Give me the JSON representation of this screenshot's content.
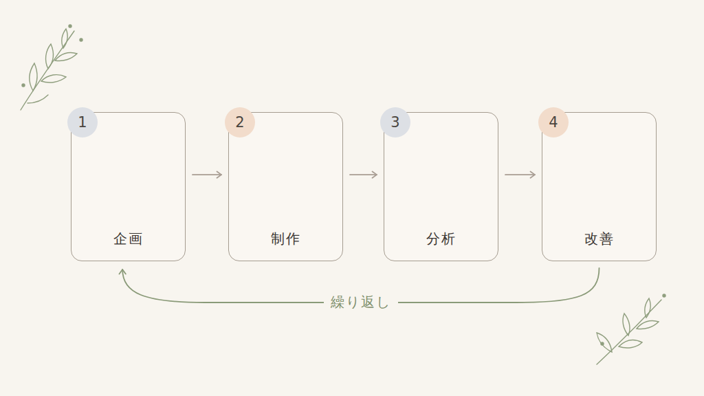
{
  "diagram": {
    "nodes": [
      {
        "text": [
          "企画"
        ]
      },
      {
        "text": [
          "1"
        ],
        "in": 0
      },
      {
        "text": [
          "制作"
        ]
      },
      {
        "text": [
          "2"
        ],
        "in": 2
      },
      {
        "text": [
          "分析"
        ]
      },
      {
        "text": [
          "3"
        ],
        "in": 4
      },
      {
        "text": [
          "改善"
        ]
      },
      {
        "text": [
          "4"
        ],
        "in": 6
      }
    ],
    "edges": [
      {
        "from": 0,
        "to": 2,
        "arrow": "to"
      },
      {
        "from": 2,
        "to": 4,
        "arrow": "to"
      },
      {
        "from": 4,
        "to": 6,
        "arrow": "to"
      },
      {
        "from": 6,
        "to": 0,
        "label": "繰り返し",
        "arrow": "to"
      }
    ]
  }
}
